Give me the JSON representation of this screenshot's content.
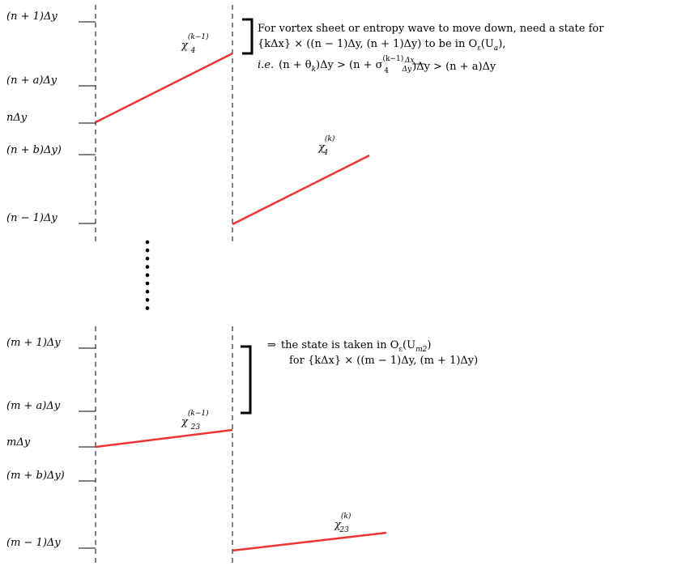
{
  "colors": {
    "wave_line": "#ee3333",
    "grid_line": "#000000",
    "background": "#ffffff"
  },
  "upper": {
    "labels": {
      "n_plus_1": "(n + 1)Δy",
      "n_plus_a": "(n + a)Δy",
      "n": "nΔy",
      "n_plus_b": "(n + b)Δy)",
      "n_minus_1": "(n − 1)Δy"
    },
    "chi_prev": {
      "base": "χ",
      "sub": "4",
      "sup": "(k−1)"
    },
    "chi_curr": {
      "base": "χ",
      "sub": "4",
      "sup": "(k)"
    },
    "note": {
      "line1": "For vortex sheet or entropy wave to move down, need a state for",
      "line2": "{kΔx} × ((n − 1)Δy, (n + 1)Δy) to be in O",
      "line2_sub": "ε",
      "line2_tail": "(U",
      "line2_tail_sub": "a",
      "line2_end": "),",
      "line3_ie": "i.e.",
      "line3_a": "(n + θ",
      "line3_a_sub": "k",
      "line3_b": ")Δy > (n + σ",
      "line3_sigma_sub": "4",
      "line3_sigma_sup": "(k−1)",
      "line3_frac_num": "Δx",
      "line3_frac_den": "Δy",
      "line3_c": ")Δy > (n + a)Δy"
    }
  },
  "lower": {
    "labels": {
      "m_plus_1": "(m + 1)Δy",
      "m_plus_a": "(m + a)Δy",
      "m": "mΔy",
      "m_plus_b": "(m + b)Δy)",
      "m_minus_1": "(m − 1)Δy"
    },
    "chi_prev": {
      "base": "χ",
      "sub": "23",
      "sup": "(k−1)"
    },
    "chi_curr": {
      "base": "χ",
      "sub": "23",
      "sup": "(k)"
    },
    "note": {
      "line1_arrow": "⇒",
      "line1": "the state is taken in O",
      "line1_sub": "ε",
      "line1_tail": "(U",
      "line1_tail_sub": "m2",
      "line1_end": ")",
      "line2": "for {kΔx} × ((m − 1)Δy, (m + 1)Δy)"
    }
  },
  "ellipsis_dot_count": 9
}
